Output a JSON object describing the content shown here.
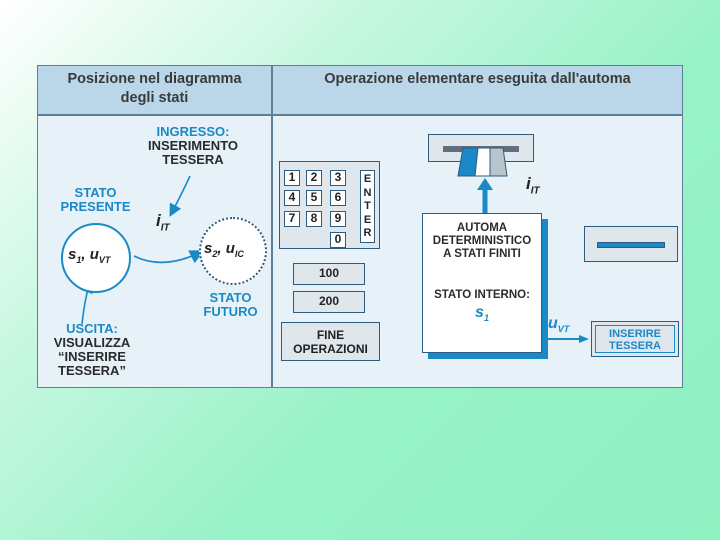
{
  "header": {
    "left_title_line1": "Posizione nel diagramma",
    "left_title_line2": "degli stati",
    "right_title": "Operazione elementare eseguita dall'automa"
  },
  "left": {
    "ingresso_line1": "INGRESSO:",
    "ingresso_line2": "INSERIMENTO",
    "ingresso_line3": "TESSERA",
    "stato_presente_line1": "STATO",
    "stato_presente_line2": "PRESENTE",
    "input_symbol": "i",
    "input_sub": "IT",
    "present_state": "s",
    "present_state_sub": "1",
    "present_output": ", u",
    "present_output_sub": "VT",
    "future_state": "s",
    "future_state_sub": "2",
    "future_output": ", u",
    "future_output_sub": "IC",
    "stato_futuro_line1": "STATO",
    "stato_futuro_line2": "FUTURO",
    "uscita_line1": "USCITA:",
    "uscita_line2": "VISUALIZZA",
    "uscita_line3": "“INSERIRE",
    "uscita_line4": "TESSERA”"
  },
  "right": {
    "keys": [
      "1",
      "2",
      "3",
      "4",
      "5",
      "6",
      "7",
      "8",
      "9",
      "0"
    ],
    "enter_letters": [
      "E",
      "N",
      "T",
      "E",
      "R"
    ],
    "amount_1": "100",
    "amount_2": "200",
    "fine_line1": "FINE",
    "fine_line2": "OPERAZIONI",
    "automa_line1": "AUTOMA",
    "automa_line2": "DETERMINISTICO",
    "automa_line3": "A STATI FINITI",
    "stato_interno": "STATO INTERNO:",
    "internal_state": "s",
    "internal_state_sub": "1",
    "input_symbol": "i",
    "input_sub": "IT",
    "output_symbol": "u",
    "output_sub": "VT",
    "display_line1": "INSERIRE",
    "display_line2": "TESSERA"
  },
  "colors": {
    "accent_blue": "#1b89c8",
    "header_bg": "#bad7ea",
    "panel_bg": "#e6f2f8",
    "border": "#5f7f95"
  }
}
